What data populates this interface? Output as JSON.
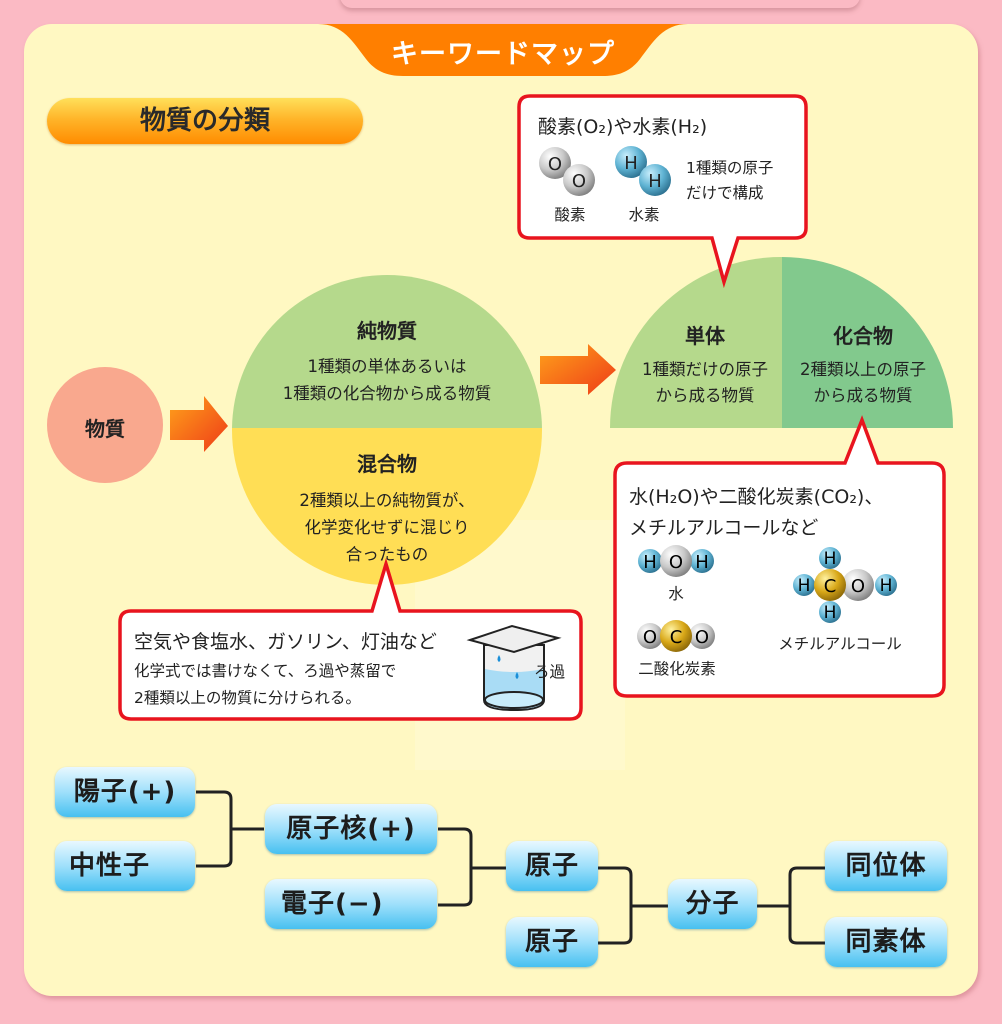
{
  "header": {
    "tab_title": "キーワードマップ"
  },
  "section": {
    "title": "物質の分類"
  },
  "classification": {
    "substance": "物質",
    "pure": {
      "title": "純物質",
      "line1": "1種類の単体あるいは",
      "line2": "1種類の化合物から成る物質"
    },
    "mixture": {
      "title": "混合物",
      "line1": "2種類以上の純物質が、",
      "line2": "化学変化せずに混じり",
      "line3": "合ったもの"
    },
    "element": {
      "title": "単体",
      "line1": "1種類だけの原子",
      "line2": "から成る物質"
    },
    "compound": {
      "title": "化合物",
      "line1": "2種類以上の原子",
      "line2": "から成る物質"
    }
  },
  "callouts": {
    "element": {
      "heading": "酸素(O₂)や水素(H₂)",
      "note_line1": "1種類の原子",
      "note_line2": "だけで構成",
      "molecules": [
        {
          "label": "酸素",
          "atoms": [
            "O",
            "O"
          ]
        },
        {
          "label": "水素",
          "atoms": [
            "H",
            "H"
          ]
        }
      ]
    },
    "compound": {
      "heading_line1": "水(H₂O)や二酸化炭素(CO₂)、",
      "heading_line2": "メチルアルコールなど",
      "molecules": [
        {
          "label": "水",
          "atoms": [
            "H",
            "O",
            "H"
          ]
        },
        {
          "label": "二酸化炭素",
          "atoms": [
            "O",
            "C",
            "O"
          ]
        },
        {
          "label": "メチルアルコール",
          "atoms": [
            "H",
            "H",
            "C",
            "O",
            "H",
            "H"
          ]
        }
      ]
    },
    "mixture": {
      "heading": "空気や食塩水、ガソリン、灯油など",
      "line1": "化学式では書けなくて、ろ過や蒸留で",
      "line2": "2種類以上の物質に分けられる。",
      "icon_label": "ろ過"
    }
  },
  "atom_tree": {
    "proton": "陽子(+)",
    "neutron": "中性子",
    "nucleus": "原子核(+)",
    "electron": "電子(−)",
    "atom1": "原子",
    "atom2": "原子",
    "molecule": "分子",
    "isotope": "同位体",
    "allotrope": "同素体"
  },
  "colors": {
    "background": "#fbbac4",
    "panel": "#fff8c2",
    "tab_orange": "#ff7f00",
    "callout_border": "#e8141e",
    "pure_green": "#b5d98c",
    "mixture_yellow": "#ffde55",
    "element_green": "#b5d98c",
    "compound_green": "#82c98d",
    "substance_pink": "#f9a88e",
    "node_blue": "#47c0f0"
  }
}
